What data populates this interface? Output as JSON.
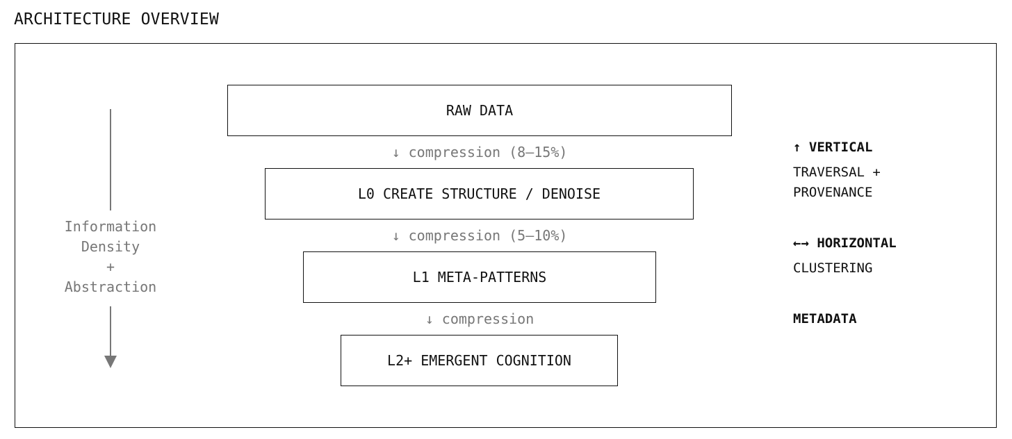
{
  "title": "ARCHITECTURE OVERVIEW",
  "axis": {
    "label_lines": [
      "Information",
      "Density",
      "+",
      "Abstraction"
    ],
    "direction": "down"
  },
  "layers": [
    {
      "label": "RAW DATA"
    },
    {
      "label": "L0 CREATE STRUCTURE / DENOISE"
    },
    {
      "label": "L1 META-PATTERNS"
    },
    {
      "label": "L2+ EMERGENT COGNITION"
    }
  ],
  "steps": [
    {
      "label": "↓ compression (8–15%)"
    },
    {
      "label": "↓ compression (5–10%)"
    },
    {
      "label": "↓ compression"
    }
  ],
  "legend": {
    "vertical": {
      "heading": "↑ VERTICAL",
      "lines": [
        "TRAVERSAL +",
        "PROVENANCE"
      ]
    },
    "horizontal": {
      "heading": "←→ HORIZONTAL",
      "lines": [
        "CLUSTERING"
      ]
    },
    "metadata": {
      "heading": "METADATA"
    }
  },
  "colors": {
    "ink": "#111111",
    "muted": "#777777",
    "background": "#ffffff"
  }
}
